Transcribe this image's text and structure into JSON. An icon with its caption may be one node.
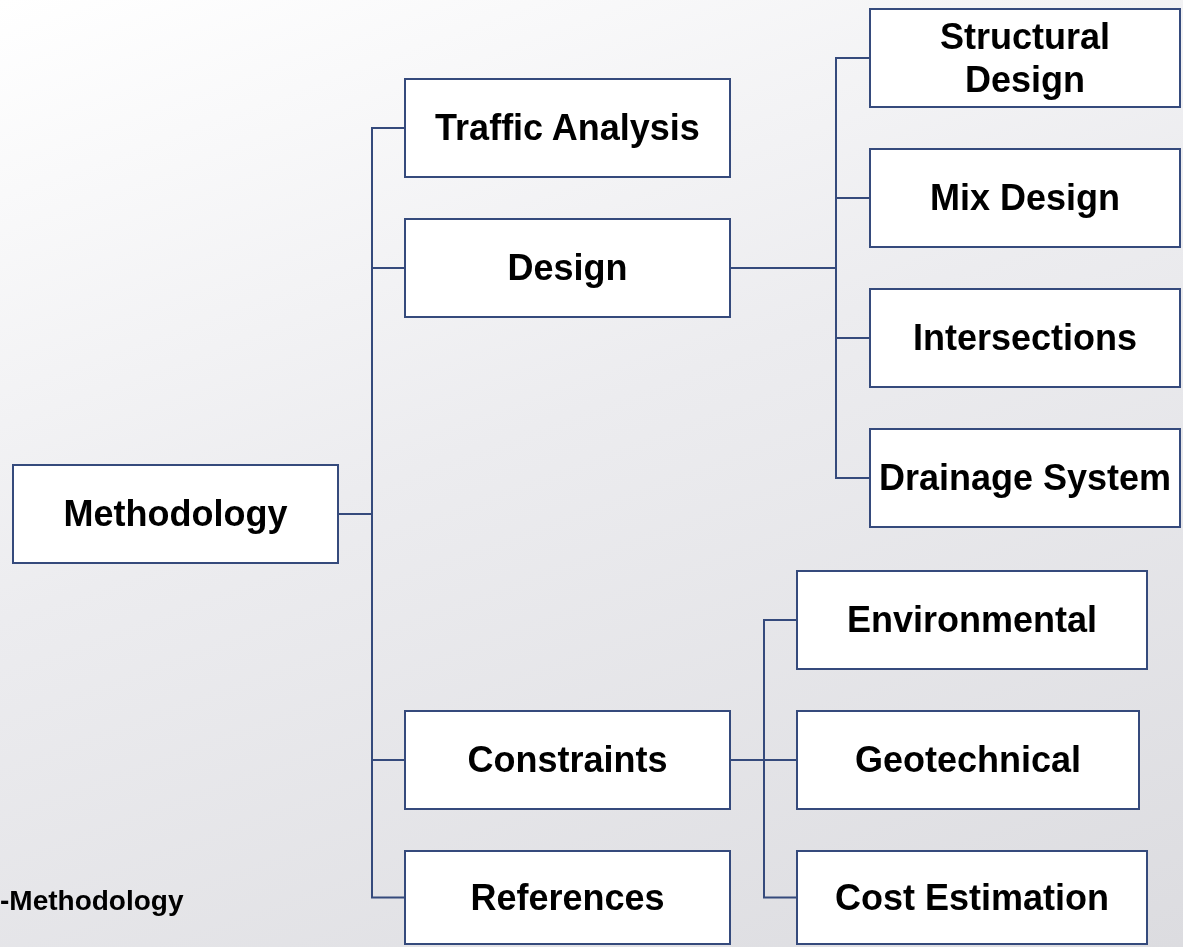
{
  "diagram": {
    "nodes": [
      {
        "text": [
          "Methodology"
        ]
      },
      {
        "text": [
          "Traffic Analysis"
        ]
      },
      {
        "text": [
          "Design"
        ]
      },
      {
        "text": [
          "Constraints"
        ]
      },
      {
        "text": [
          "References"
        ]
      },
      {
        "text": [
          "Structural Design"
        ]
      },
      {
        "text": [
          "Mix Design"
        ]
      },
      {
        "text": [
          "Intersections"
        ]
      },
      {
        "text": [
          "Drainage System"
        ]
      },
      {
        "text": [
          "Environmental"
        ]
      },
      {
        "text": [
          "Geotechnical"
        ]
      },
      {
        "text": [
          "Cost Estimation"
        ]
      }
    ],
    "edges": [
      {
        "from": 0,
        "to": 1,
        "arrow": "none"
      },
      {
        "from": 0,
        "to": 2,
        "arrow": "none"
      },
      {
        "from": 0,
        "to": 3,
        "arrow": "none"
      },
      {
        "from": 0,
        "to": 4,
        "arrow": "none"
      },
      {
        "from": 2,
        "to": 5,
        "arrow": "none"
      },
      {
        "from": 2,
        "to": 6,
        "arrow": "none"
      },
      {
        "from": 2,
        "to": 7,
        "arrow": "none"
      },
      {
        "from": 2,
        "to": 8,
        "arrow": "none"
      },
      {
        "from": 3,
        "to": 9,
        "arrow": "none"
      },
      {
        "from": 3,
        "to": 10,
        "arrow": "none"
      },
      {
        "from": 3,
        "to": 11,
        "arrow": "none"
      }
    ],
    "labels": [
      "-Methodology"
    ]
  }
}
